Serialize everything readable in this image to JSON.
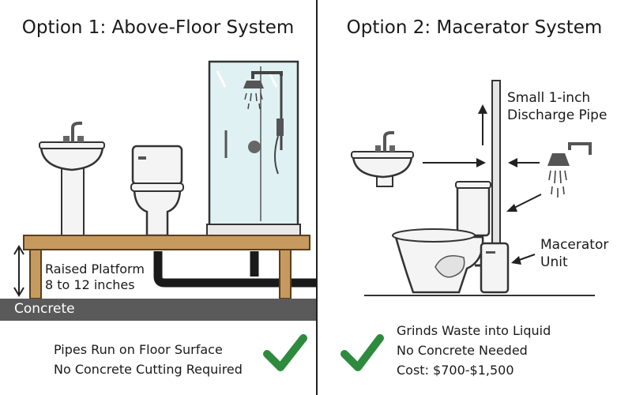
{
  "left": {
    "title": "Option 1: Above-Floor System",
    "platform_label": [
      "Raised Platform",
      "8 to 12 inches"
    ],
    "concrete_label": "Concrete",
    "captions": [
      "Pipes Run on Floor Surface",
      "No Concrete Cutting Required"
    ]
  },
  "right": {
    "title": "Option 2: Macerator System",
    "pipe_label": [
      "Small 1-inch",
      "Discharge Pipe"
    ],
    "unit_label": [
      "Macerator",
      "Unit"
    ],
    "captions": [
      "Grinds Waste into Liquid",
      "No Concrete Needed",
      "Cost: $700-$1,500"
    ]
  },
  "colors": {
    "wood": "#c69a5e",
    "concrete": "#5a5a5a",
    "pipe": "#1a1a1a",
    "glass": "#dff1f3",
    "check": "#2e8b3e",
    "fixture": "#f4f4f4"
  }
}
